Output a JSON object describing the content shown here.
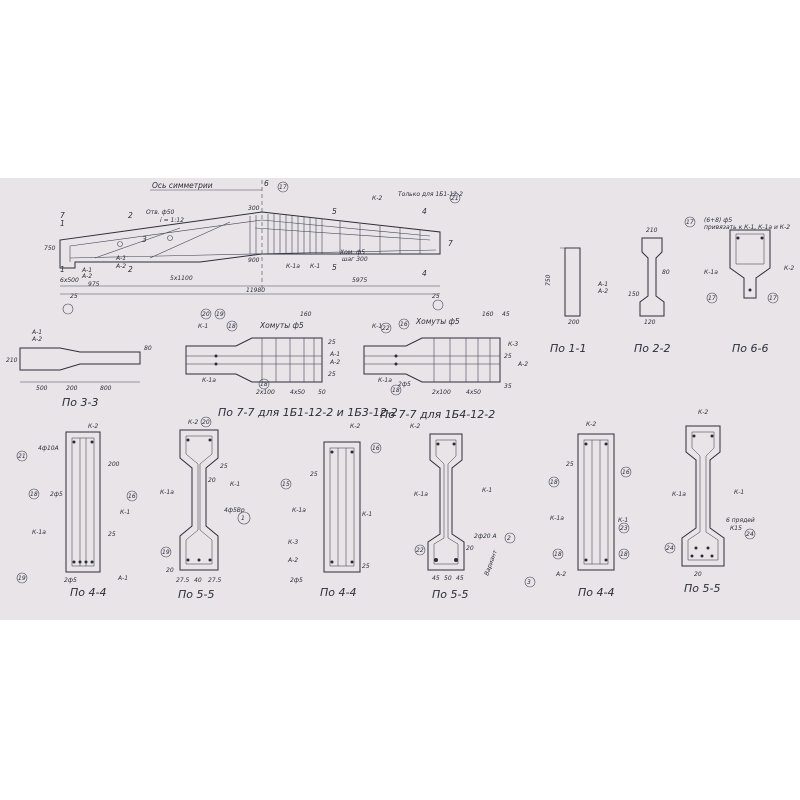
{
  "colors": {
    "paper": "#e9e4e8",
    "ink": "#2d2d3a",
    "background": "#ffffff"
  },
  "elevation": {
    "axis_label": "Ось симметрии",
    "hole_label": "Отв. ф50",
    "slope_label": "i = 1:12",
    "only_for_label": "Только для 1Б1-12-2",
    "only_for_tag": "21",
    "stirrup_label": "Хом. ф5",
    "stirrup_step": "шаг 300",
    "dims": [
      "750",
      "6x500",
      "5x1100",
      "11980",
      "5975",
      "25",
      "25",
      "975",
      "300",
      "900"
    ],
    "cuts": [
      "1",
      "1",
      "2",
      "2",
      "3",
      "4",
      "4",
      "5",
      "5",
      "6",
      "7",
      "7"
    ],
    "marks": [
      "К-2",
      "К-1а",
      "К-1",
      "А-1",
      "А-2",
      "А-1",
      "А-2"
    ],
    "tags": [
      "17"
    ]
  },
  "views": {
    "s11": {
      "caption": "По 1-1",
      "dims": [
        "750",
        "200"
      ],
      "marks": [
        "А-1",
        "А-2"
      ]
    },
    "s22": {
      "caption": "По 2-2",
      "dims": [
        "210",
        "80",
        "150",
        "120"
      ]
    },
    "s66": {
      "caption": "По 6-6",
      "note": "(6+8) ф5",
      "note2": "привязать к К-1, К-1а и К-2",
      "marks": [
        "К-1а",
        "К-2"
      ],
      "tags": [
        "17",
        "17",
        "17"
      ]
    },
    "s33": {
      "caption": "По 3-3",
      "dims": [
        "210",
        "500",
        "200",
        "800",
        "80"
      ],
      "marks": [
        "А-1",
        "А-2"
      ]
    },
    "p77a": {
      "caption": "По 7-7 для 1Б1-12-2 и 1Б3-12-2",
      "stirrups": "Хомуты ф5",
      "dims": [
        "160",
        "25",
        "25",
        "2x100",
        "4x50",
        "50"
      ],
      "marks": [
        "К-1",
        "К-1а",
        "А-1",
        "А-2"
      ],
      "tags": [
        "20",
        "19",
        "18",
        "18"
      ]
    },
    "p77b": {
      "caption": "По 7-7 для 1Б4-12-2",
      "stirrups": "Хомуты ф5",
      "dims": [
        "160",
        "45",
        "2ф5",
        "2x100",
        "4x50",
        "25",
        "35"
      ],
      "marks": [
        "К-1",
        "К-1а",
        "К-3",
        "А-2"
      ],
      "tags": [
        "22",
        "16",
        "18"
      ]
    },
    "s44a": {
      "caption": "По 4-4",
      "marks": [
        "К-2",
        "К-1",
        "К-1а",
        "А-1"
      ],
      "tags": [
        "21",
        "18",
        "16",
        "19"
      ],
      "labels": [
        "4ф10А",
        "2ф5",
        "2ф5"
      ],
      "dims": [
        "200",
        "25"
      ]
    },
    "s55a": {
      "caption": "По 5-5",
      "marks": [
        "К-2",
        "К-1а",
        "К-1"
      ],
      "tags": [
        "20",
        "19",
        "1"
      ],
      "labels": [
        "4ф5Вр"
      ],
      "dims": [
        "25",
        "20",
        "20",
        "27.5",
        "40",
        "27.5"
      ]
    },
    "s44b": {
      "caption": "По 4-4",
      "marks": [
        "К-2",
        "К-1а",
        "К-1",
        "К-3",
        "А-2"
      ],
      "tags": [
        "16",
        "15"
      ],
      "labels": [
        "2ф5"
      ],
      "dims": [
        "25",
        "25"
      ]
    },
    "s55b": {
      "caption": "По 5-5",
      "marks": [
        "К-2",
        "К-1а",
        "К-1"
      ],
      "tags": [
        "2",
        "22",
        "3"
      ],
      "labels": [
        "2ф20 А",
        "Вариант"
      ],
      "dims": [
        "45",
        "50",
        "45",
        "20"
      ]
    },
    "s44c": {
      "caption": "По 4-4",
      "marks": [
        "К-2",
        "К-1а",
        "К-1",
        "А-2"
      ],
      "tags": [
        "16",
        "18",
        "23",
        "18",
        "18"
      ],
      "dims": [
        "25"
      ]
    },
    "s55c": {
      "caption": "По 5-5",
      "marks": [
        "К-2",
        "К-1а",
        "К-1"
      ],
      "tags": [
        "24",
        "24"
      ],
      "labels": [
        "6 прядей",
        "К15"
      ],
      "dims": [
        "20"
      ]
    }
  }
}
